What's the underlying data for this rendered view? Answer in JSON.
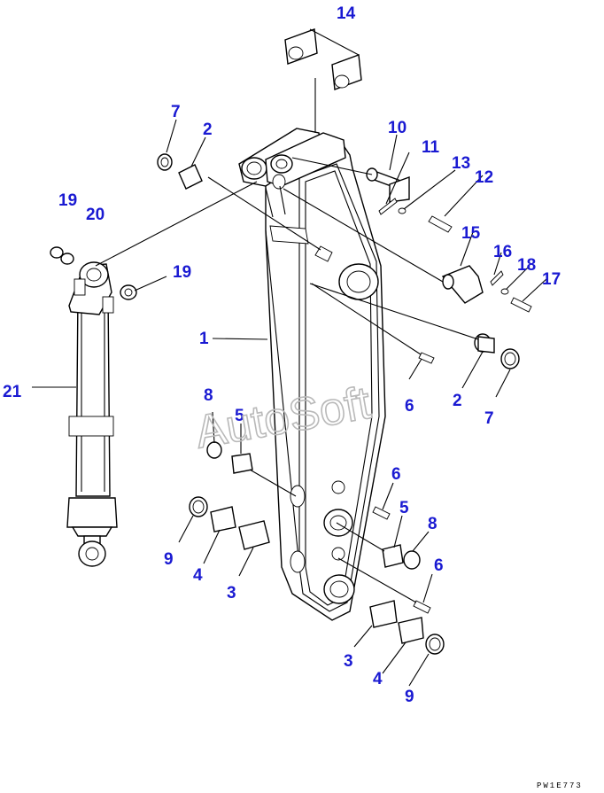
{
  "callouts": [
    {
      "id": "c14",
      "label": "14"
    },
    {
      "id": "c7a",
      "label": "7"
    },
    {
      "id": "c2a",
      "label": "2"
    },
    {
      "id": "c10",
      "label": "10"
    },
    {
      "id": "c11",
      "label": "11"
    },
    {
      "id": "c13",
      "label": "13"
    },
    {
      "id": "c12",
      "label": "12"
    },
    {
      "id": "c15",
      "label": "15"
    },
    {
      "id": "c16",
      "label": "16"
    },
    {
      "id": "c18",
      "label": "18"
    },
    {
      "id": "c17",
      "label": "17"
    },
    {
      "id": "c19a",
      "label": "19"
    },
    {
      "id": "c20",
      "label": "20"
    },
    {
      "id": "c19b",
      "label": "19"
    },
    {
      "id": "c1",
      "label": "1"
    },
    {
      "id": "c21",
      "label": "21"
    },
    {
      "id": "c2b",
      "label": "2"
    },
    {
      "id": "c7b",
      "label": "7"
    },
    {
      "id": "c6a",
      "label": "6"
    },
    {
      "id": "c8a",
      "label": "8"
    },
    {
      "id": "c5a",
      "label": "5"
    },
    {
      "id": "c6b",
      "label": "6"
    },
    {
      "id": "c5b",
      "label": "5"
    },
    {
      "id": "c8b",
      "label": "8"
    },
    {
      "id": "c9a",
      "label": "9"
    },
    {
      "id": "c4a",
      "label": "4"
    },
    {
      "id": "c3a",
      "label": "3"
    },
    {
      "id": "c6c",
      "label": "6"
    },
    {
      "id": "c3b",
      "label": "3"
    },
    {
      "id": "c4b",
      "label": "4"
    },
    {
      "id": "c9b",
      "label": "9"
    }
  ],
  "watermark": "AutoSoft",
  "drawing_code": "PW1E773",
  "colors": {
    "callout": "#1a1ad2",
    "line": "#000000",
    "watermark": "#b9b9b9"
  }
}
